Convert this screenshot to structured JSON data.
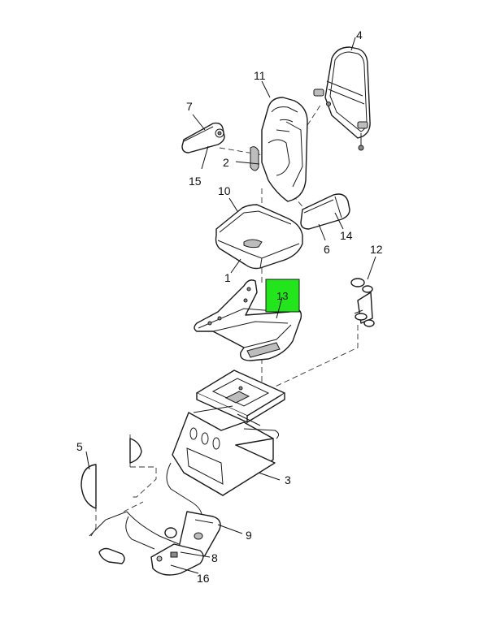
{
  "diagram": {
    "highlight_color": "#22e51c",
    "callouts": [
      {
        "id": "c1",
        "label": "1"
      },
      {
        "id": "c2",
        "label": "2"
      },
      {
        "id": "c3",
        "label": "3"
      },
      {
        "id": "c4",
        "label": "4"
      },
      {
        "id": "c5",
        "label": "5"
      },
      {
        "id": "c6",
        "label": "6"
      },
      {
        "id": "c7",
        "label": "7"
      },
      {
        "id": "c8",
        "label": "8"
      },
      {
        "id": "c9",
        "label": "9"
      },
      {
        "id": "c10",
        "label": "10"
      },
      {
        "id": "c11",
        "label": "11"
      },
      {
        "id": "c12",
        "label": "12"
      },
      {
        "id": "c13",
        "label": "13"
      },
      {
        "id": "c14",
        "label": "14"
      },
      {
        "id": "c15",
        "label": "15"
      },
      {
        "id": "c16",
        "label": "16"
      }
    ]
  }
}
